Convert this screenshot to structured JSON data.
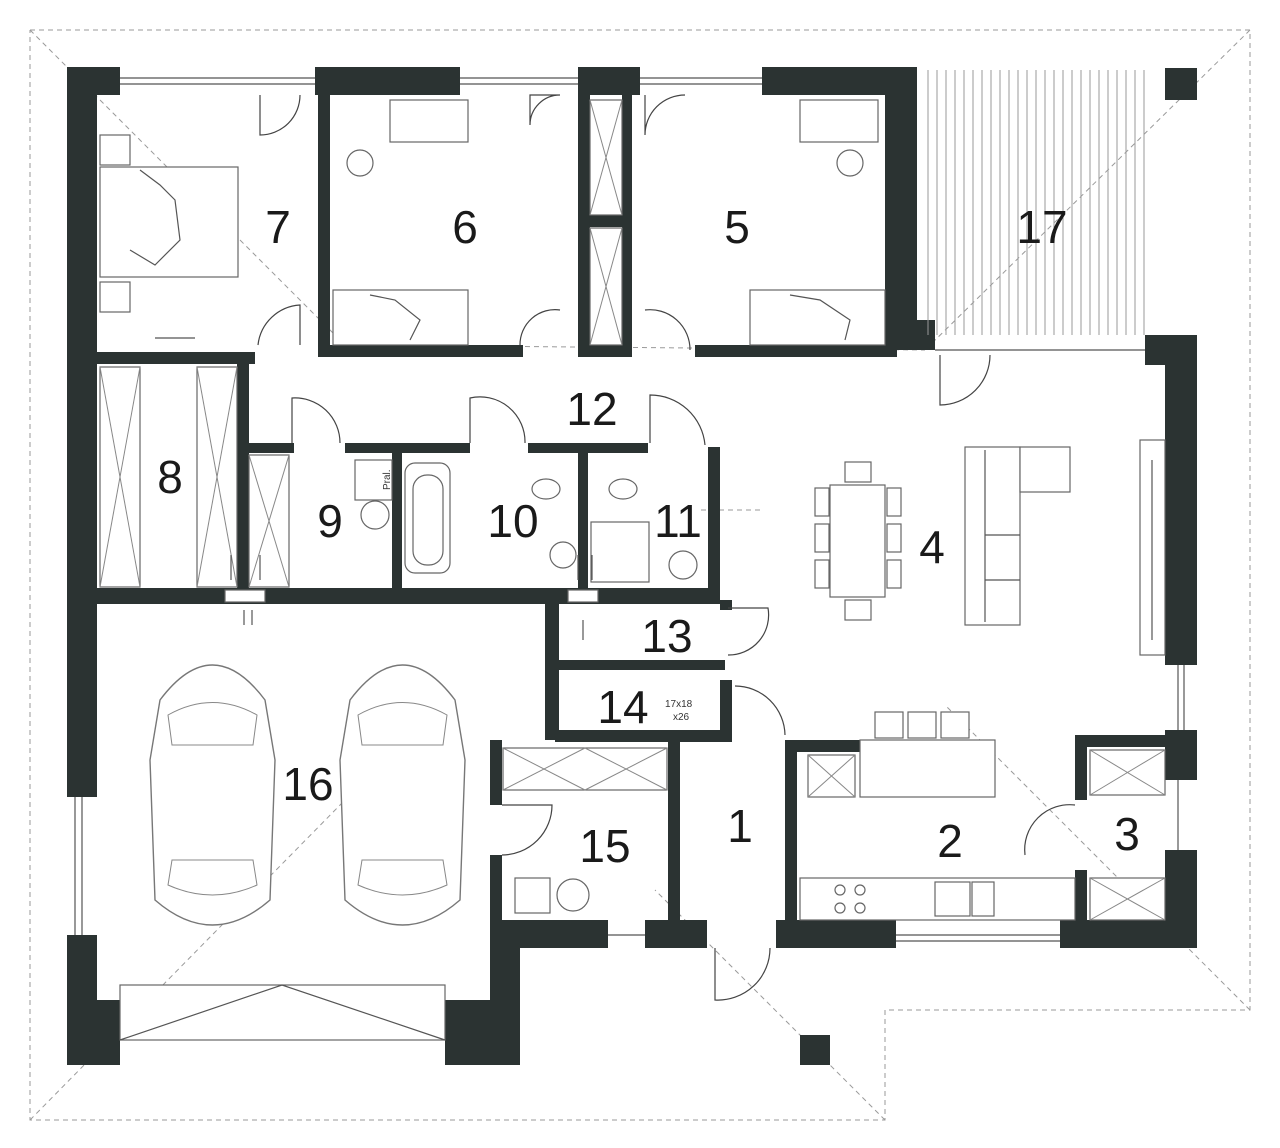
{
  "rooms": [
    {
      "id": "1",
      "label": "1"
    },
    {
      "id": "2",
      "label": "2"
    },
    {
      "id": "3",
      "label": "3"
    },
    {
      "id": "4",
      "label": "4"
    },
    {
      "id": "5",
      "label": "5"
    },
    {
      "id": "6",
      "label": "6"
    },
    {
      "id": "7",
      "label": "7"
    },
    {
      "id": "8",
      "label": "8"
    },
    {
      "id": "9",
      "label": "9"
    },
    {
      "id": "10",
      "label": "10"
    },
    {
      "id": "11",
      "label": "11"
    },
    {
      "id": "12",
      "label": "12"
    },
    {
      "id": "13",
      "label": "13"
    },
    {
      "id": "14",
      "label": "14"
    },
    {
      "id": "15",
      "label": "15"
    },
    {
      "id": "16",
      "label": "16"
    },
    {
      "id": "17",
      "label": "17"
    }
  ],
  "stairs": {
    "size": "17x18",
    "count": "x26"
  },
  "laundry_label": "Pral.",
  "colors": {
    "wall": "#2b3332",
    "line": "#555555",
    "background": "#ffffff"
  }
}
